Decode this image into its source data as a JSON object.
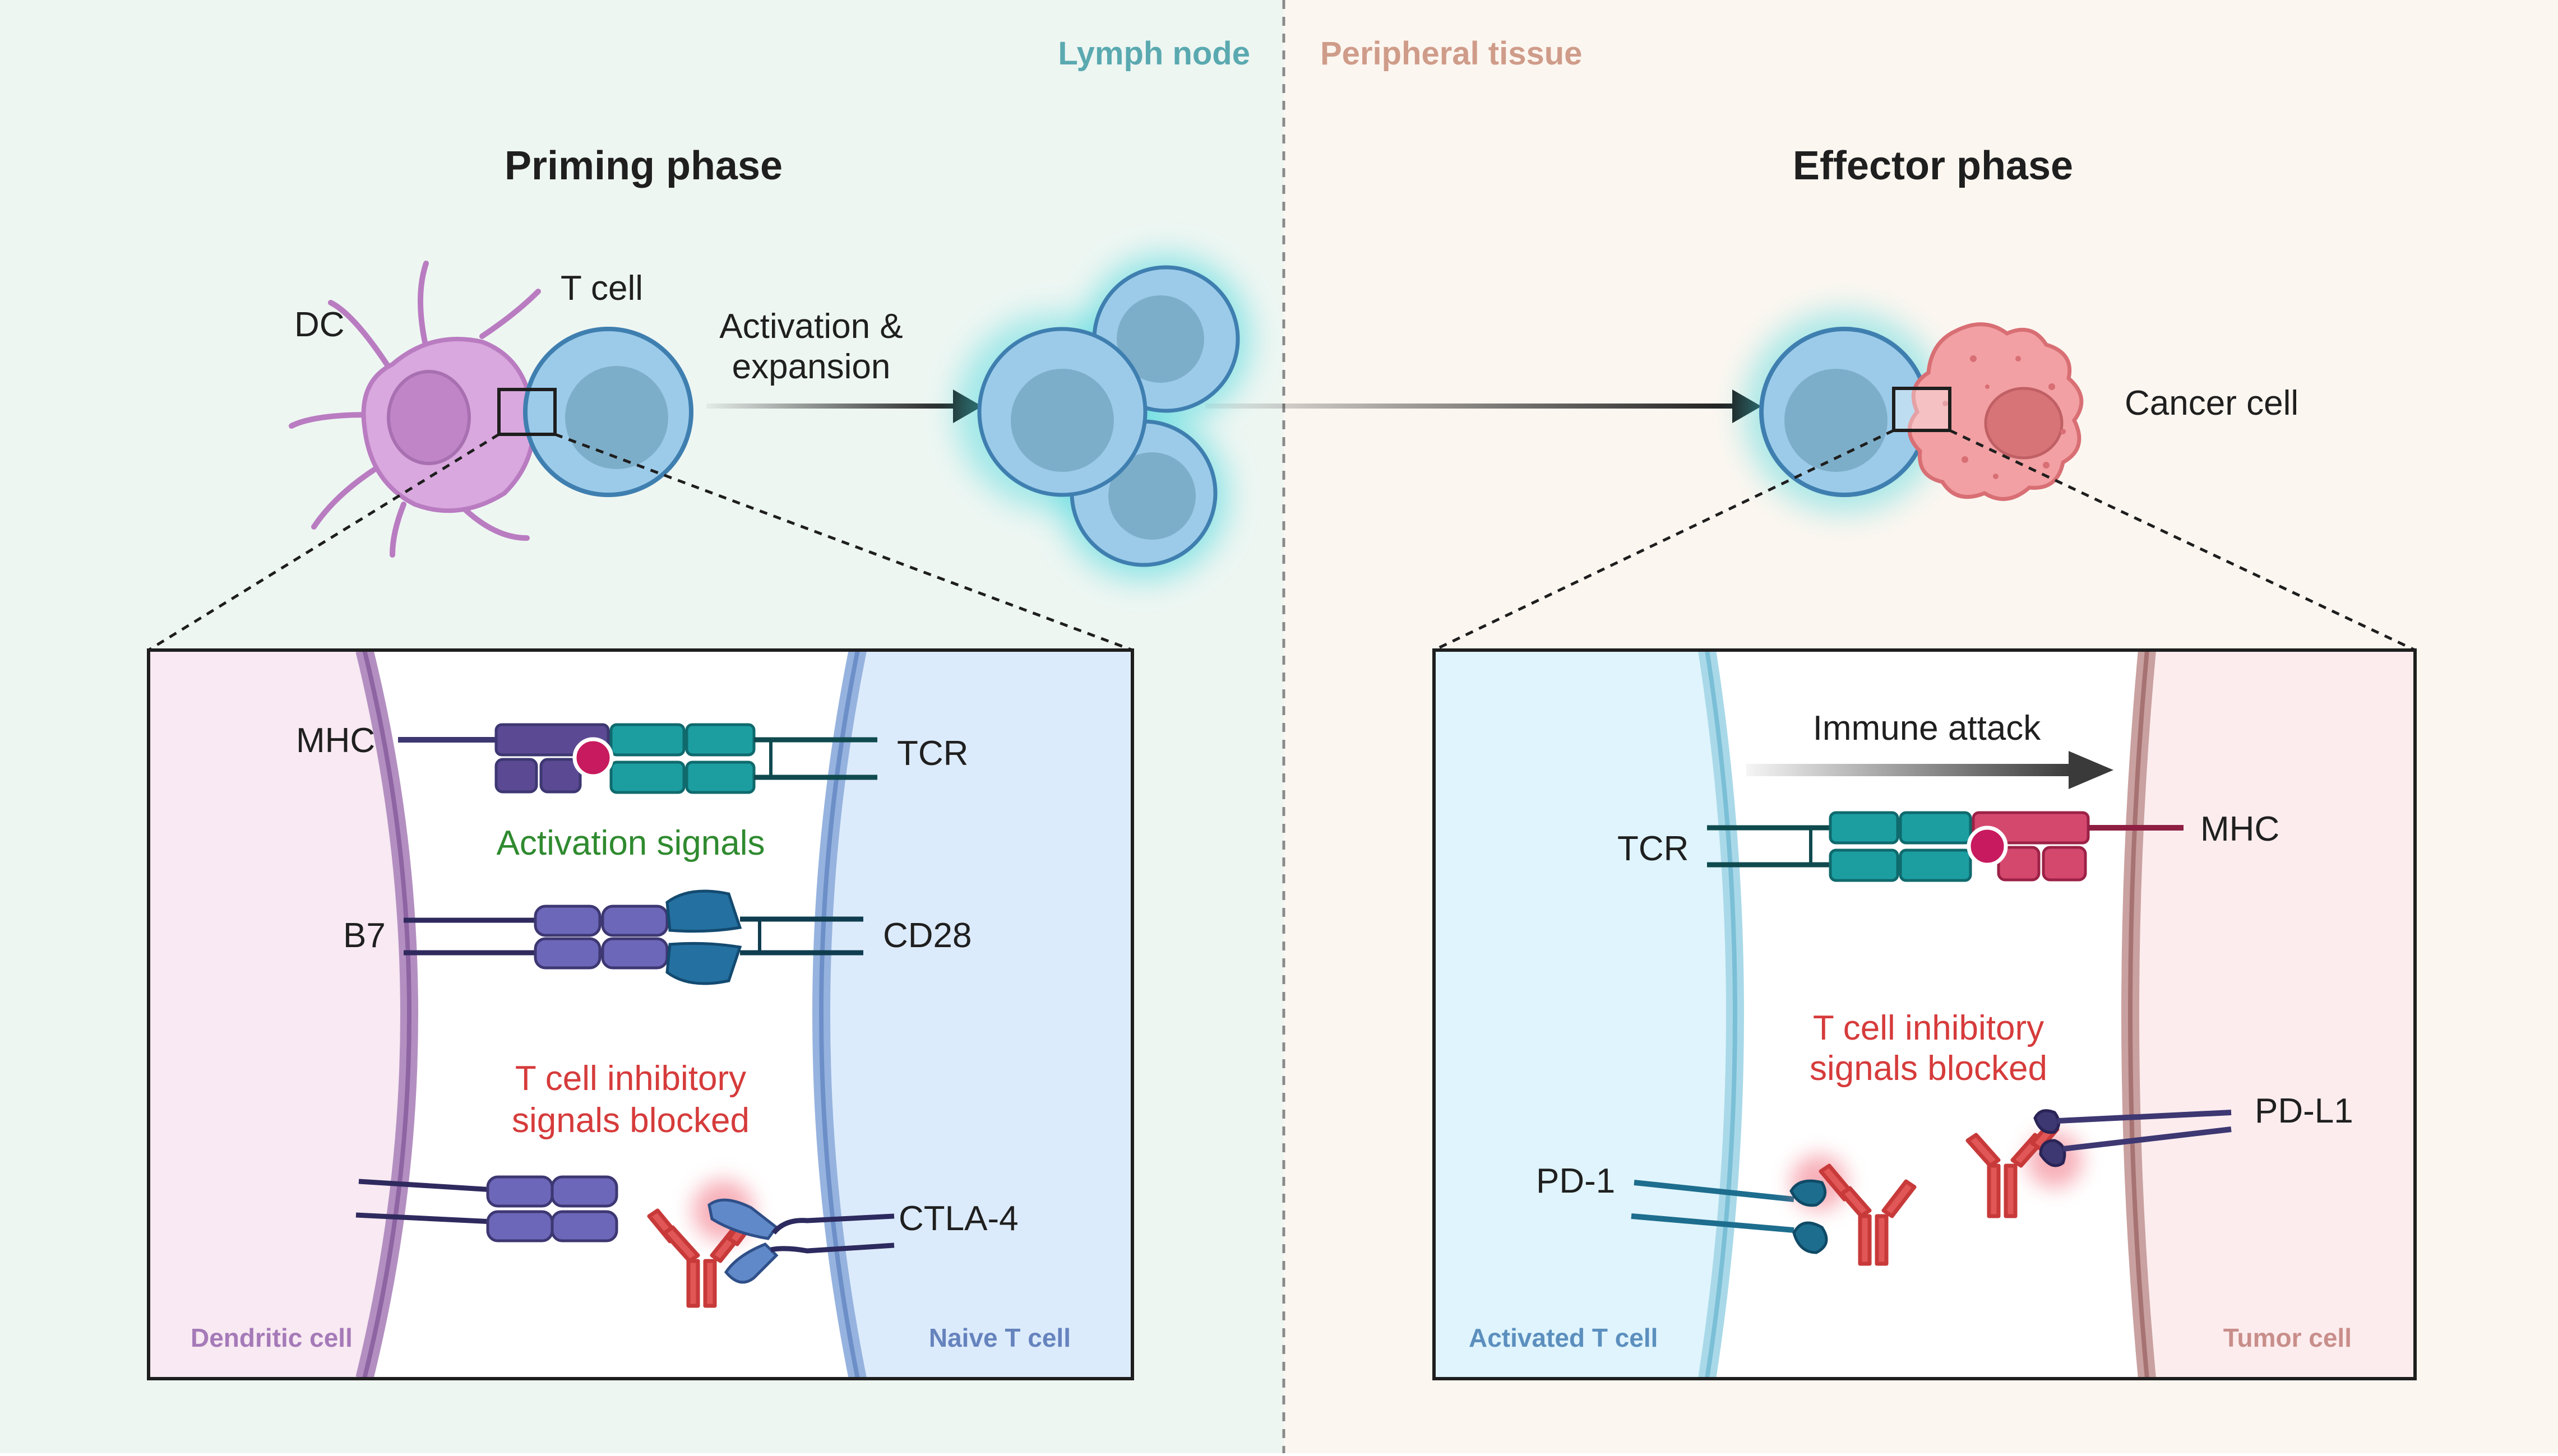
{
  "regions": {
    "lymph_node": "Lymph node",
    "peripheral_tissue": "Peripheral tissue"
  },
  "phases": {
    "priming": "Priming phase",
    "effector": "Effector phase"
  },
  "top_labels": {
    "dc": "DC",
    "t_cell": "T cell",
    "activation_line1": "Activation &",
    "activation_line2": "expansion",
    "cancer_cell": "Cancer cell"
  },
  "priming_panel": {
    "mhc": "MHC",
    "tcr": "TCR",
    "activation_signals": "Activation signals",
    "b7": "B7",
    "cd28": "CD28",
    "inhibitory_line1": "T cell inhibitory",
    "inhibitory_line2": "signals blocked",
    "ctla4": "CTLA-4",
    "dendritic_cell": "Dendritic cell",
    "naive_t_cell": "Naive T cell"
  },
  "effector_panel": {
    "immune_attack": "Immune attack",
    "tcr": "TCR",
    "mhc": "MHC",
    "inhibitory_line1": "T cell inhibitory",
    "inhibitory_line2": "signals blocked",
    "pd1": "PD-1",
    "pdl1": "PD-L1",
    "activated_t_cell": "Activated T cell",
    "tumor_cell": "Tumor cell"
  },
  "colors": {
    "lymph_bg": "#eef6f2",
    "tissue_bg": "#fcf6f0",
    "lymph_label": "#5aa9b0",
    "tissue_label": "#cf9c8a",
    "dc_purple": "#d9a8de",
    "t_cell_blue": "#9ccbea",
    "cancer_pink": "#f2a0a3",
    "activation_green": "#2f8a2f",
    "inhibitory_red": "#d63b3b",
    "antibody_red": "#d94545"
  }
}
